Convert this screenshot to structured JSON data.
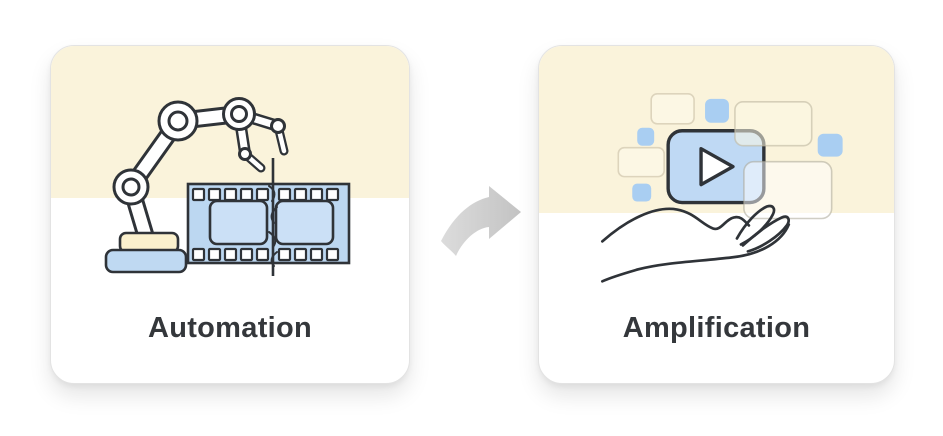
{
  "figure": {
    "type": "two-step concept diagram",
    "background": "#FFFFFF",
    "arrow": {
      "name": "right-arrow",
      "direction": "right",
      "color": "#C9C9C9"
    }
  },
  "cards": [
    {
      "id": "automation",
      "label": "Automation",
      "illustration": "robot-arm-cutting-film-strip-icon",
      "top_background": "#FAF3DB",
      "bottom_background": "#FFFFFF"
    },
    {
      "id": "amplification",
      "label": "Amplification",
      "illustration": "hand-presenting-video-player-icon",
      "top_background": "#FAF3DB",
      "bottom_background": "#FFFFFF"
    }
  ],
  "colors": {
    "outline": "#2F3338",
    "accent_blue": "#BFD9F4",
    "accent_blue_light": "#CDE1F7",
    "accent_blue_chip": "#A9CEF2",
    "cream": "#FAF3DB",
    "cream_deep": "#FAF0CD",
    "text": "#34373B",
    "arrow_gray": "#C9C9C9",
    "card_border": "#E3E3E3"
  }
}
